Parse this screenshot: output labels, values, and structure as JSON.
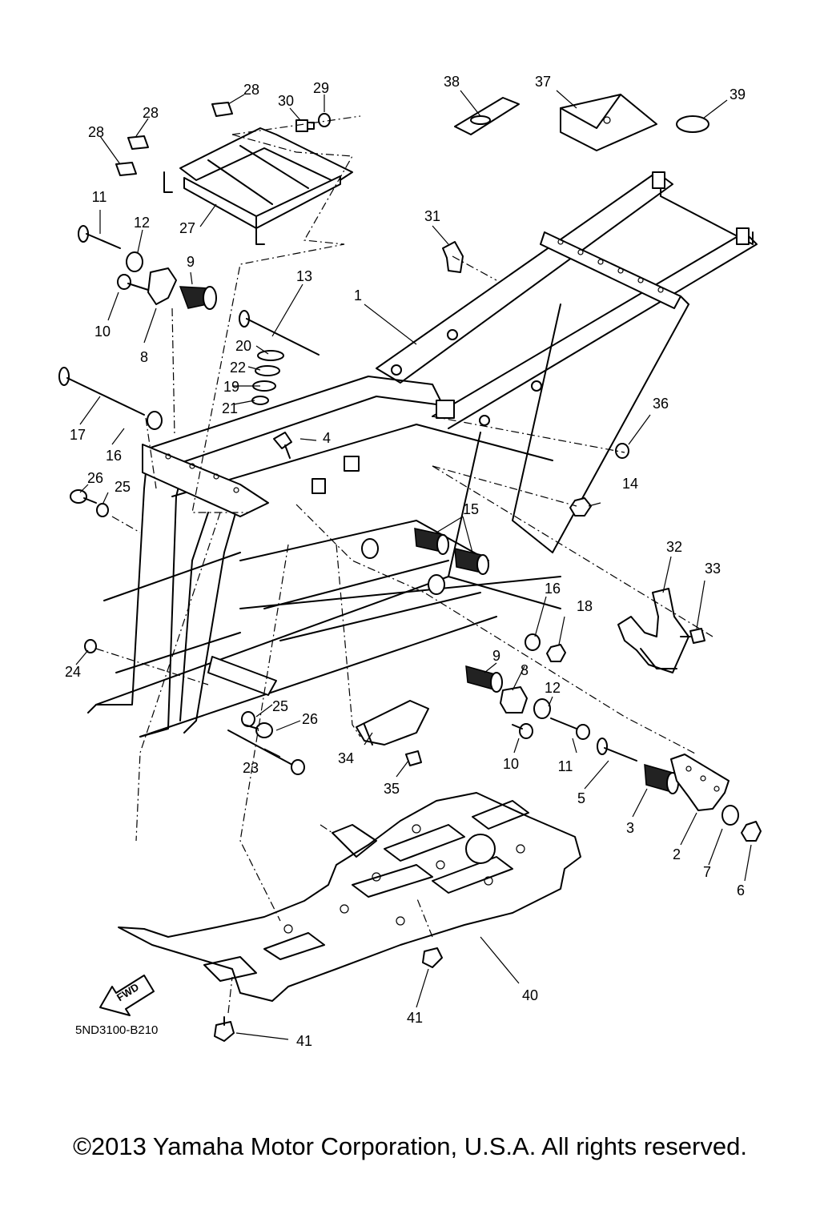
{
  "diagram": {
    "part_code": "5ND3100-B210",
    "fwd_label": "FWD",
    "callouts": [
      "1",
      "2",
      "3",
      "4",
      "5",
      "6",
      "7",
      "8",
      "8",
      "9",
      "9",
      "10",
      "10",
      "11",
      "11",
      "12",
      "12",
      "13",
      "14",
      "15",
      "16",
      "16",
      "17",
      "18",
      "19",
      "20",
      "21",
      "22",
      "23",
      "24",
      "25",
      "25",
      "26",
      "26",
      "27",
      "28",
      "28",
      "28",
      "29",
      "30",
      "31",
      "32",
      "33",
      "34",
      "35",
      "36",
      "37",
      "38",
      "39",
      "40",
      "41",
      "41"
    ]
  },
  "footer": {
    "copyright": "©2013 Yamaha Motor Corporation, U.S.A. All rights reserved."
  },
  "colors": {
    "ink": "#000000",
    "background": "#ffffff"
  }
}
